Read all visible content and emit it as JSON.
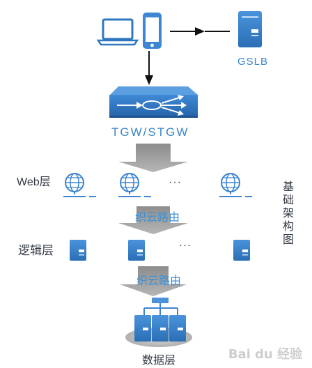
{
  "diagram": {
    "gslb_label": "GSLB",
    "gateway_label": "TGW/STGW",
    "web_layer_label": "Web层",
    "logic_layer_label": "逻辑层",
    "data_layer_label": "数据层",
    "route_label_1": "织云路由",
    "route_label_2": "织云路由",
    "ellipsis": "···",
    "side_title": "基础架构图"
  },
  "watermark": {
    "text": "Bai du 经验"
  },
  "colors": {
    "primary_blue": "#2f77c0",
    "light_blue": "#5da6e6",
    "gray_arrow": "#9a9a9a",
    "dark_text": "#333a44"
  }
}
